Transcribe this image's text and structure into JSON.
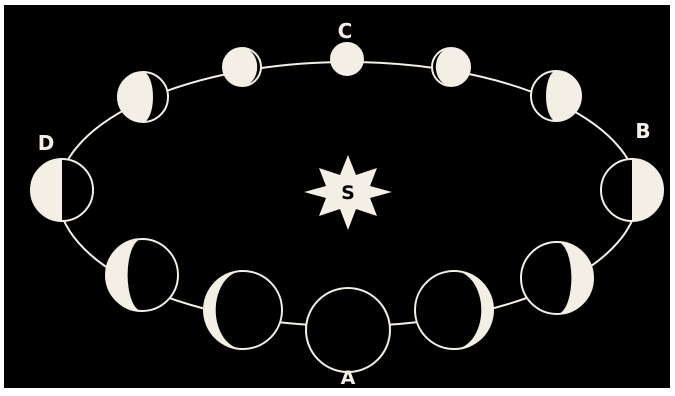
{
  "labels": {
    "top": "C",
    "right": "B",
    "bottom": "A",
    "left": "D",
    "center": "S"
  },
  "colors": {
    "background": "#000000",
    "border": "#ffffff",
    "ink": "#f4efe4"
  },
  "phases": [
    {
      "id": "A",
      "phase": "new",
      "lit_fraction": 0.0
    },
    {
      "id": "waxing-crescent-1",
      "phase": "crescent",
      "lit_fraction": 0.15
    },
    {
      "id": "waxing-crescent-2",
      "phase": "crescent",
      "lit_fraction": 0.3
    },
    {
      "id": "B",
      "phase": "half",
      "lit_fraction": 0.5
    },
    {
      "id": "waxing-gibbous-1",
      "phase": "gibbous",
      "lit_fraction": 0.7
    },
    {
      "id": "waxing-gibbous-2",
      "phase": "gibbous",
      "lit_fraction": 0.9
    },
    {
      "id": "C",
      "phase": "full",
      "lit_fraction": 1.0
    },
    {
      "id": "waning-gibbous-1",
      "phase": "gibbous",
      "lit_fraction": 0.9
    },
    {
      "id": "waning-gibbous-2",
      "phase": "gibbous",
      "lit_fraction": 0.7
    },
    {
      "id": "D",
      "phase": "half",
      "lit_fraction": 0.5
    },
    {
      "id": "waning-crescent-1",
      "phase": "crescent",
      "lit_fraction": 0.3
    },
    {
      "id": "waning-crescent-2",
      "phase": "crescent",
      "lit_fraction": 0.15
    }
  ]
}
